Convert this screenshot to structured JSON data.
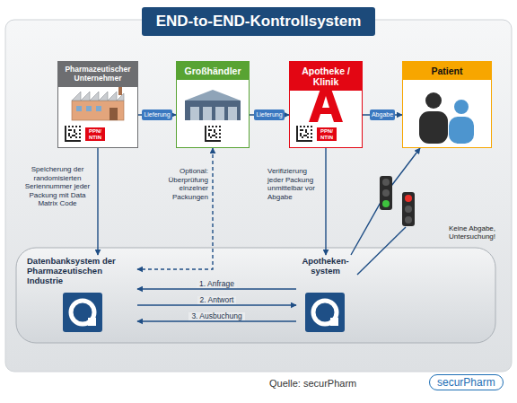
{
  "diagram": {
    "title": "END-to-END-Kontrollsystem",
    "nodes": [
      {
        "text": [
          "Pharmazeutischer Unternehmer",
          "PPN/ NTIN"
        ]
      },
      {
        "text": [
          "Großhändler"
        ]
      },
      {
        "text": [
          "Apotheke / Klinik",
          "PPN/ NTIN"
        ]
      },
      {
        "text": [
          "Patient"
        ]
      },
      {
        "text": [
          "Datenbanksystem der Pharmazeutischen Industrie"
        ]
      },
      {
        "text": [
          "Apotheken- system"
        ]
      }
    ],
    "edges": [
      {
        "from": 0,
        "to": 1,
        "label": "Lieferung",
        "arrow": "to"
      },
      {
        "from": 1,
        "to": 2,
        "label": "Lieferung",
        "arrow": "to"
      },
      {
        "from": 2,
        "to": 3,
        "label": "Abgabe",
        "arrow": "to"
      },
      {
        "from": 0,
        "to": 4,
        "label": "Speicherung der randomisierten Seriennummer jeder Packung mit Data Matrix Code",
        "arrow": "to"
      },
      {
        "from": 1,
        "to": 4,
        "label": "Optional: Überprüfung einzelner Packungen",
        "arrow": "both"
      },
      {
        "from": 2,
        "to": 5,
        "label": "Verifizierung jeder Packung unmittelbar vor Abgabe",
        "arrow": "to"
      },
      {
        "from": 5,
        "to": 4,
        "label": "1. Anfrage",
        "arrow": "to"
      },
      {
        "from": 4,
        "to": 5,
        "label": "2. Antwort",
        "arrow": "to"
      },
      {
        "from": 5,
        "to": 4,
        "label": "3. Ausbuchung",
        "arrow": "to"
      },
      {
        "from": 5,
        "to": 3,
        "arrow": "to"
      }
    ],
    "labels": [
      "Keine Abgabe, Untersuchung!",
      "Quelle: securPharm",
      "securPharm"
    ]
  }
}
